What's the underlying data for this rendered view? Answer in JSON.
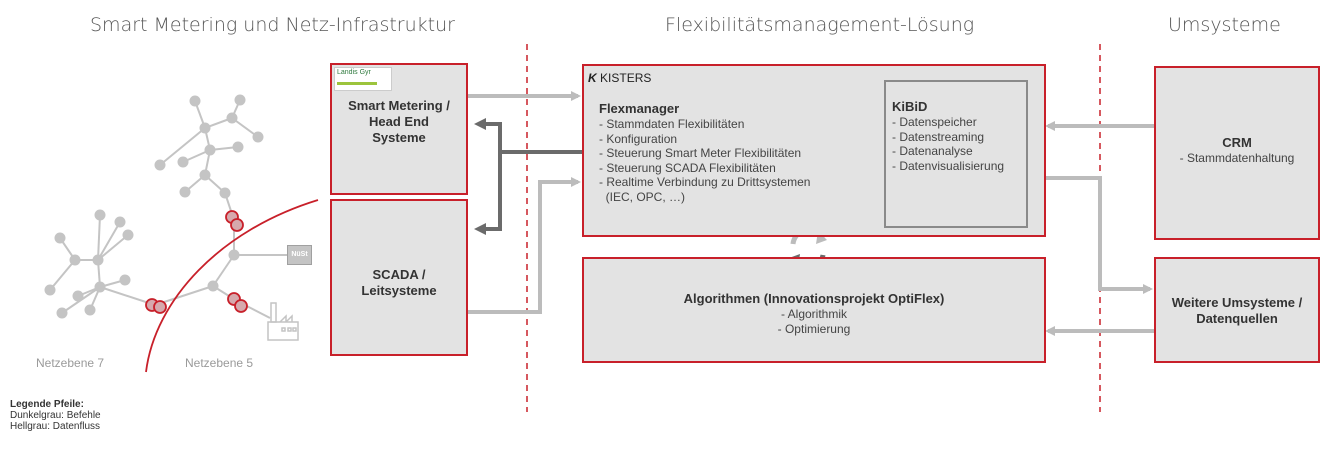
{
  "sections": {
    "left": "Smart Metering und Netz-Infrastruktur",
    "middle": "Flexibilitätsmanagement-Lösung",
    "right": "Umsysteme"
  },
  "smart_metering": {
    "logo_text": "Landis Gyr",
    "title": "Smart Metering / Head End Systeme"
  },
  "scada": {
    "title": "SCADA / Leitsysteme"
  },
  "flexmanager": {
    "brand": "KISTERS",
    "title": "Flexmanager",
    "items": [
      "- Stammdaten Flexibilitäten",
      "- Konfiguration",
      "- Steuerung Smart Meter Flexibilitäten",
      "- Steuerung SCADA Flexibilitäten",
      "- Realtime Verbindung zu Drittsystemen",
      "  (IEC, OPC, …)"
    ]
  },
  "kibid": {
    "title": "KiBiD",
    "items": [
      "- Datenspeicher",
      "- Datenstreaming",
      "- Datenanalyse",
      "- Datenvisualisierung"
    ]
  },
  "algorithmen": {
    "title": "Algorithmen (Innovationsprojekt OptiFlex)",
    "items": [
      "- Algorithmik",
      "- Optimierung"
    ]
  },
  "crm": {
    "title": "CRM",
    "subtitle": "- Stammdatenhaltung"
  },
  "weitere": {
    "title": "Weitere Umsysteme / Datenquellen"
  },
  "network": {
    "label_left": "Netzebene 7",
    "label_right": "Netzebene 5",
    "nust_label": "NüSt"
  },
  "legend": {
    "title": "Legende Pfeile:",
    "line1": "Dunkelgrau: Befehle",
    "line2": "Hellgrau: Datenfluss"
  },
  "colors": {
    "accent": "#c8202a",
    "dark_arrow": "#6b6b6b",
    "light_arrow": "#bcbcbc",
    "box_fill": "#e3e3e3"
  }
}
